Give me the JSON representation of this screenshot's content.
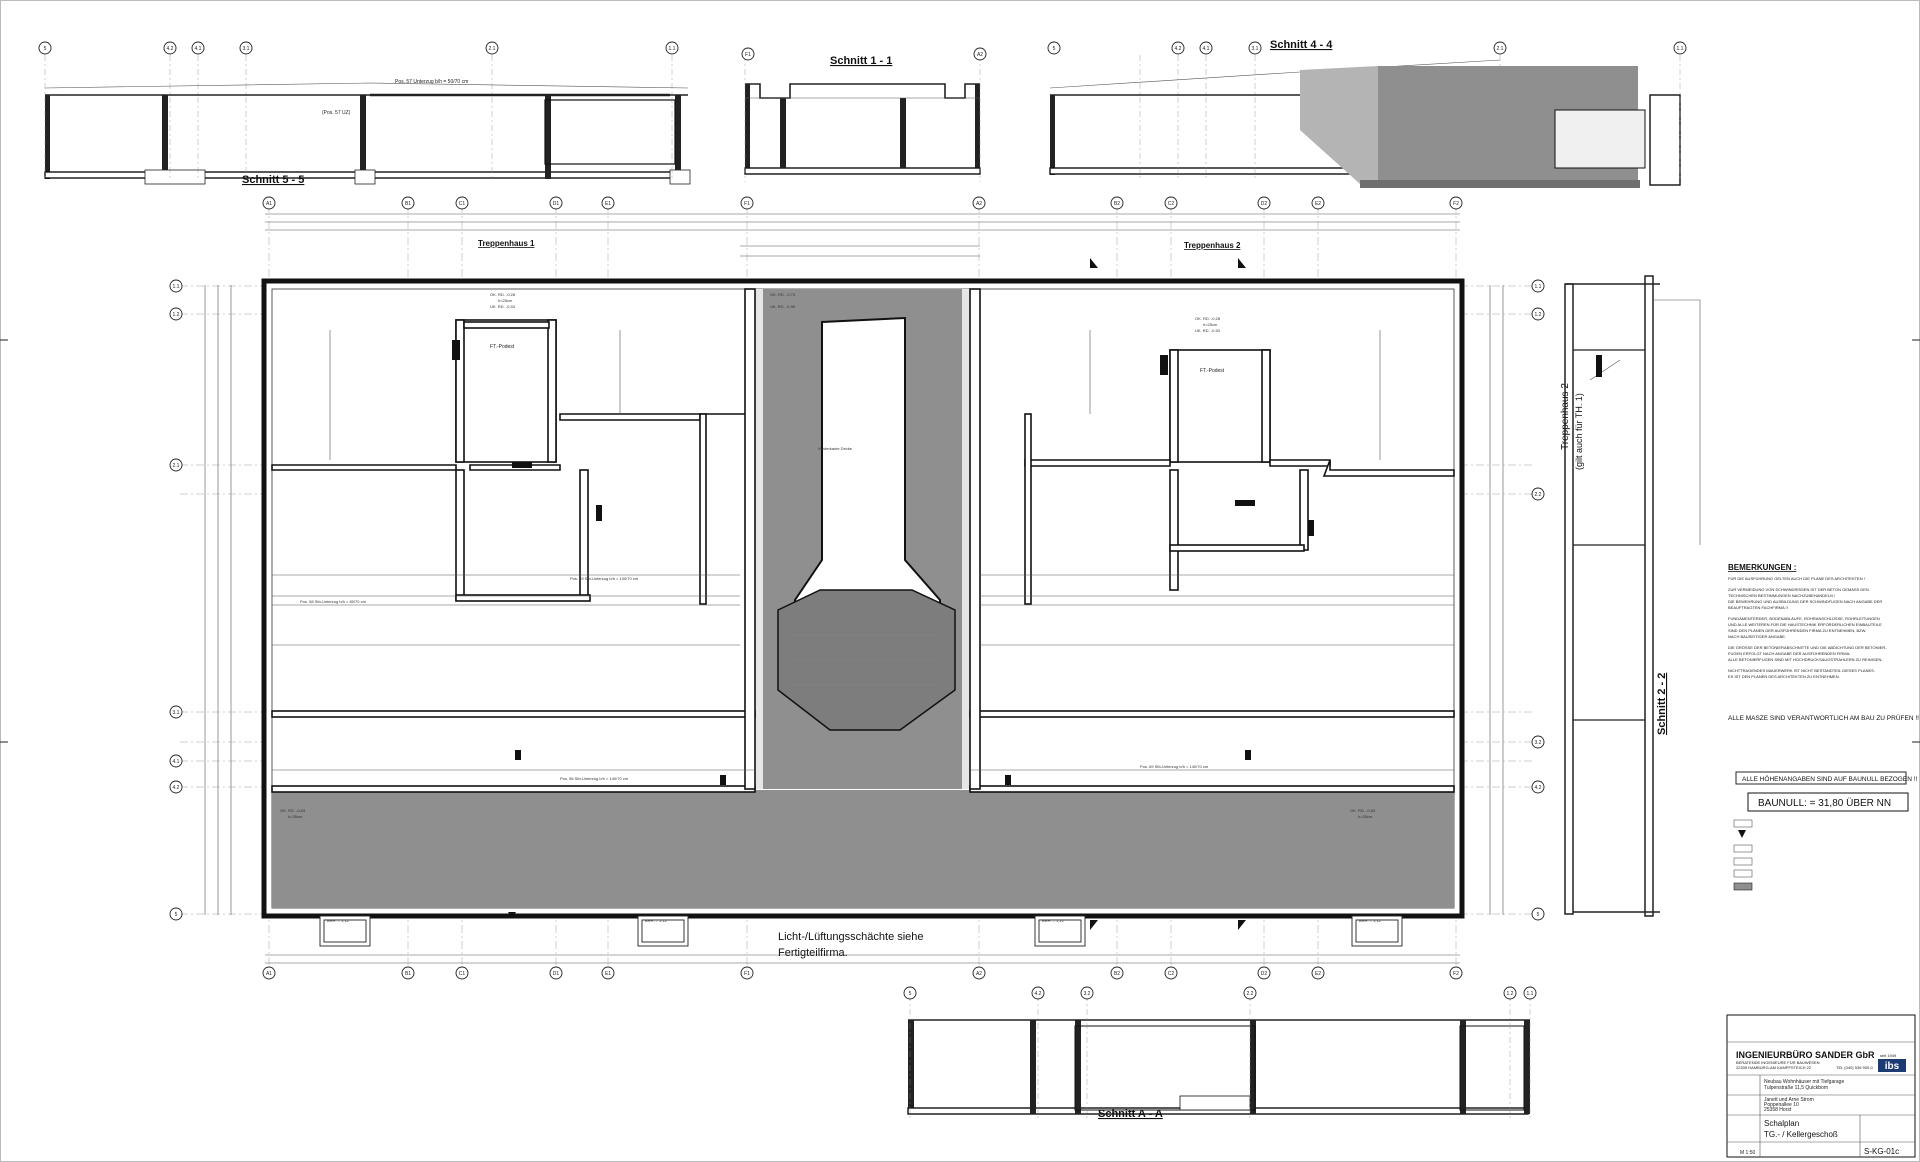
{
  "section_titles": {
    "s55": "Schnitt 5 - 5",
    "s11": "Schnitt 1 - 1",
    "s44": "Schnitt 4 - 4",
    "s22": "Schnitt 2 - 2",
    "saa": "Schnitt  A - A"
  },
  "stair_titles": {
    "th1": "Treppenhaus 1",
    "th2": "Treppenhaus 2",
    "th2_side": "Treppenhaus 2",
    "th2_side_note": "(gilt auch für TH. 1)"
  },
  "column_axes_top": [
    "A1",
    "B1",
    "C1",
    "D1",
    "E1",
    "F1",
    "A2",
    "B2",
    "C2",
    "D2",
    "E2",
    "F2"
  ],
  "row_axes_left": [
    "1.1",
    "1.2",
    "2.1",
    "3.1",
    "4.1",
    "4.2",
    "5"
  ],
  "row_axes_right": [
    "1.1",
    "1.2",
    "2.2",
    "3.2",
    "4.2",
    "5"
  ],
  "section_axes": {
    "s55": [
      "5",
      "4.2",
      "4.1",
      "3.1",
      "2.1",
      "1.1"
    ],
    "s11": [
      "F1",
      "A2"
    ],
    "s44": [
      "5",
      "4.2",
      "4.1",
      "3.1",
      "2.1",
      "1.1"
    ],
    "saa": [
      "5",
      "4.2",
      "3.2",
      "2.2",
      "1.2",
      "1.1"
    ]
  },
  "section_notes": {
    "unterzug": "Pos. 57 Unterzug b/h = 50/70 cm",
    "uz": "(Pos. 57 UZ)"
  },
  "plan_labels": {
    "ft_podest_1": "FT.-Podest",
    "ft_podest_2": "FT.-Podest",
    "vorderkante_decke": "Vorderkante Decke",
    "ok_rd_1": "OK. RD. -0,28",
    "h_25": "h=25cm",
    "uk_rd_1": "UK. RD. -0,53",
    "ok_rd_2": "OK. RD. -0,73",
    "uk_rd_2": "UK. RD. -0,98",
    "ok_rd_3": "OK. RD. -0,63",
    "h_35": "h=35cm",
    "unterzug_1": "Pos. 58 Stb-Unterzug b/h = 80/70 cm",
    "unterzug_2": "Pos. 59 Stb-Unterzug b/h = 100/70 cm",
    "unterzug_3": "Pos. 56 Stb-Unterzug b/h = 140/70 cm",
    "unterzug_4": "Pos. 69 Stb-Unterzug b/h = 140/70 cm",
    "brh_1": "BRH. = 1,12",
    "brh_2": "BRH. = 1,12",
    "brh_3": "BRH. = 1,12",
    "brh_4": "BRH. = 1,12"
  },
  "plan_note": [
    "Licht-/Lüftungsschächte siehe",
    "Fertigteilfirma."
  ],
  "remarks": {
    "heading": "BEMERKUNGEN :",
    "lines": [
      "FÜR DIE AUSFÜHRUNG GELTEN AUCH DIE PLÄNE DES ARCHITEKTEN !",
      "ZUR VERMEIDUNG VON SCHWINDRISSEN IST DER BETON GEMÄSS DEN",
      "TECHNISCHEN BESTIMMUNGEN NACHZUBEHANDELN !",
      "DIE BEWEHRUNG UND AUSBILDUNG DER SCHWINDFUGEN NACH ANGABE DER",
      "BEAUFTRAGTEN FACHFIRMA !!",
      "FUNDAMENTERDER, BODENABLÄUFE, ROHRANSCHLÜSSE, ROHRLEITUNGEN",
      "UND ALLE WEITEREN FÜR DIE HAUSTECHNIK ERFORDERLICHEN EINBAUTEILE",
      "SIND DEN PLÄNEN DER AUSFÜHRENDEN FIRMA ZU ENTNEHMEN, BZW.",
      "NACH BAUSEITIGER ANGABE.",
      "DIE GRÖSSE DER BETONIERABSCHNITTE UND DIE ABDICHTUNG DER BETONIER-",
      "FUGEN ERFOLGT NACH ANGABE DER AUSFÜHRENDEN FIRMA.",
      "ALLE BETONIERFUGEN SIND MIT HOCHDRUCKSAUGSTRAHLERN ZU REINIGEN.",
      "NICHTTRAGENDES MAUERWERK IST NICHT BESTANDTEIL DIESES PLANES.",
      "ES IST DEN PLÄNEN DES ARCHITEKTEN ZU ENTNEHMEN."
    ],
    "check": "ALLE MASZE SIND VERANTWORTLICH AM BAU ZU PRÜFEN !!",
    "heights": "ALLE HÖHENANGABEN SIND AUF BAUNULL BEZOGEN !!",
    "baunull": "BAUNULL: = 31,80 ÜBER NN"
  },
  "title_block": {
    "firm": "INGENIEURBÜRO SANDER GbR",
    "firm_sub": "BERATENDE INGENIEURE FÜR BAUWESEN",
    "since": "seit 1949",
    "logo": "ibs",
    "address": "22339 HAMBURG-AM KAMPFSTEICH 22",
    "phone": "TEL (040) 536 900-0",
    "project": "Neubau Wohnhäuser mit Tiefgarage",
    "project_addr": "Tulpenstraße 11,5 Quickborn",
    "client": "Janett und Arne Strom",
    "client_addr": "Poppenallee 10",
    "client_city": "25358 Horst",
    "plan_title": "Schalplan",
    "plan_subtitle": "TG.- / Kellergeschoß",
    "plan_no": "S-KG-01c",
    "scale": "M 1:50"
  }
}
